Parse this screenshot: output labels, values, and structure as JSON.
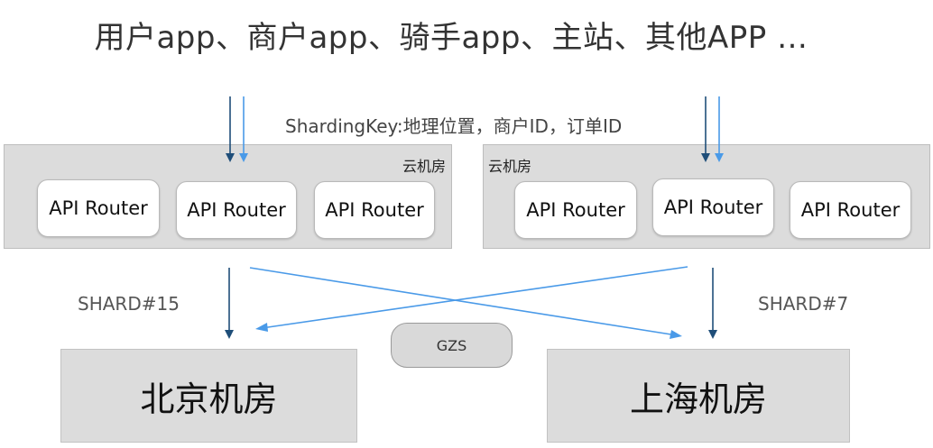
{
  "header": {
    "clients_title": "用户app、商户app、骑手app、主站、其他APP …",
    "sharding_key": "ShardingKey:地理位置，商户ID，订单ID"
  },
  "clouds": [
    {
      "label": "云机房",
      "routers": [
        "API Router",
        "API Router",
        "API Router"
      ]
    },
    {
      "label": "云机房",
      "routers": [
        "API Router",
        "API Router",
        "API Router"
      ]
    }
  ],
  "shards": {
    "left": "SHARD#15",
    "right": "SHARD#7"
  },
  "gzs_label": "GZS",
  "datacenters": {
    "beijing": "北京机房",
    "shanghai": "上海机房"
  },
  "colors": {
    "dark_arrow": "#1f4e79",
    "light_arrow": "#4a9ae8",
    "box_fill": "#dcdcdc"
  }
}
